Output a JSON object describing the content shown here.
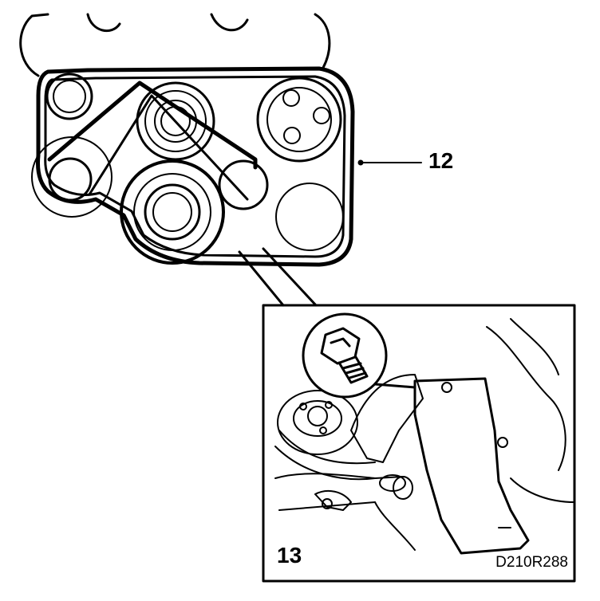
{
  "callouts": {
    "belt_label": "12",
    "detail_label": "13"
  },
  "figure_id": "D210R288",
  "colors": {
    "line": "#000000",
    "background": "#ffffff"
  },
  "icons": [
    "bolt-icon",
    "pulley-icon",
    "wrench-icon"
  ]
}
